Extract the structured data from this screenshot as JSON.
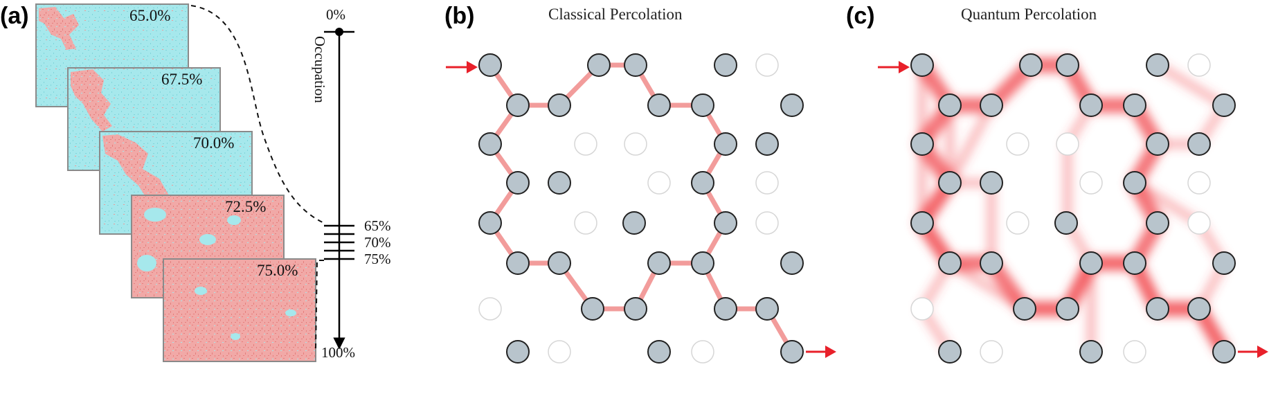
{
  "panel_a": {
    "label": "(a)",
    "snapshot_labels": [
      "65.0%",
      "67.5%",
      "70.0%",
      "72.5%",
      "75.0%"
    ],
    "snapshot_occupation": [
      65.0,
      67.5,
      70.0,
      72.5,
      75.0
    ],
    "axis_label": "Occupation",
    "axis_top": "0%",
    "axis_bottom": "100%",
    "axis_ticks": [
      "65%",
      "70%",
      "75%"
    ],
    "colors": {
      "cyan": "#9fe7ea",
      "red": "#ef9a98",
      "frame": "#8a8a8a"
    }
  },
  "panel_b": {
    "label": "(b)",
    "title": "Classical Percolation"
  },
  "panel_c": {
    "label": "(c)",
    "title": "Quantum Percolation"
  },
  "lattice": {
    "note_colors": {
      "filled": "#b8c4cc",
      "empty_stroke": "#d9d9d9",
      "edge": "#f29c9b",
      "arrow": "#e8202a",
      "glow": "#f0444a"
    },
    "rows": [
      {
        "filled": [
          true,
          false,
          true,
          true,
          false,
          true,
          false
        ]
      },
      {
        "filled": [
          true,
          true,
          false,
          true,
          true,
          false,
          true
        ]
      },
      {
        "filled": [
          true,
          false,
          false,
          false,
          true,
          true,
          false
        ]
      },
      {
        "filled": [
          true,
          true,
          false,
          false,
          true,
          false,
          false
        ]
      },
      {
        "filled": [
          true,
          false,
          false,
          true,
          true,
          false,
          false
        ]
      },
      {
        "filled": [
          true,
          true,
          false,
          true,
          true,
          false,
          true
        ]
      },
      {
        "filled": [
          false,
          false,
          true,
          true,
          false,
          true,
          true
        ]
      },
      {
        "filled": [
          true,
          false,
          false,
          true,
          false,
          false,
          true
        ]
      }
    ],
    "classical_path": [
      [
        0,
        0
      ],
      [
        1,
        0
      ],
      [
        1,
        1
      ],
      [
        0,
        0
      ],
      [
        0,
        2
      ],
      [
        1,
        0
      ],
      [
        0,
        3
      ],
      [
        1,
        0
      ],
      [
        0,
        4
      ],
      [
        1,
        0
      ],
      [
        1,
        5
      ],
      [
        0,
        0
      ],
      [
        1,
        6
      ],
      [
        0,
        2
      ],
      [
        0,
        6
      ],
      [
        0,
        3
      ],
      [
        0,
        5
      ],
      [
        0,
        3
      ],
      [
        0,
        1
      ],
      [
        0,
        2
      ],
      [
        0,
        0
      ],
      [
        0,
        3
      ],
      [
        0,
        0
      ],
      [
        0,
        4
      ],
      [
        1,
        1
      ],
      [
        0,
        4
      ],
      [
        1,
        2
      ],
      [
        0,
        4
      ],
      [
        1,
        3
      ],
      [
        0,
        4
      ],
      [
        1,
        4
      ],
      [
        0,
        4
      ],
      [
        1,
        5
      ],
      [
        0,
        4
      ],
      [
        1,
        6
      ],
      [
        0,
        5
      ],
      [
        1,
        7
      ],
      [
        0,
        6
      ]
    ]
  }
}
